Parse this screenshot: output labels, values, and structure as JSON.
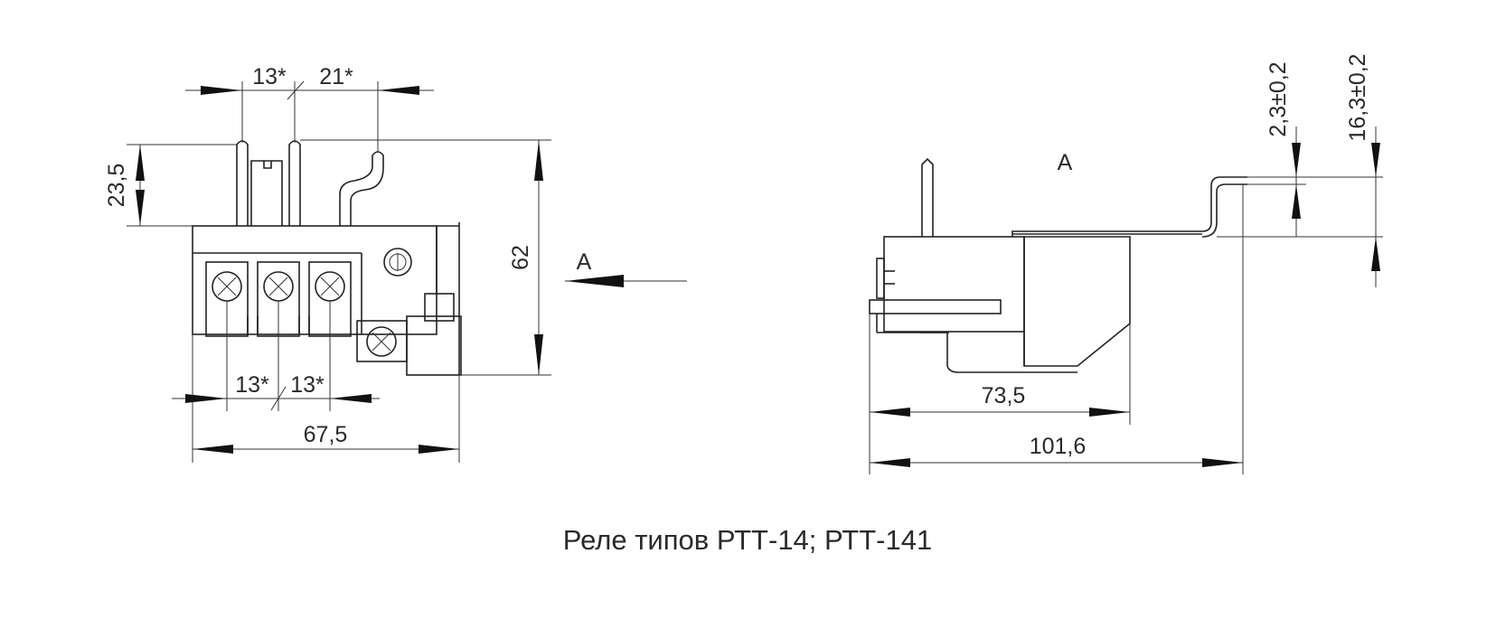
{
  "caption": "Реле типов РТТ-14; РТТ-141",
  "front_view": {
    "dims": {
      "top_left_pitch": "13*",
      "top_right_pitch": "21*",
      "height_top": "23,5",
      "height_total": "62",
      "bottom_pitch_1": "13*",
      "bottom_pitch_2": "13*",
      "width": "67,5"
    },
    "view_label": "A"
  },
  "side_view": {
    "view_label": "A",
    "dims": {
      "depth_body": "73,5",
      "depth_total": "101,6",
      "tab_thickness": "2,3±0,2",
      "tab_height": "16,3±0,2"
    }
  },
  "colors": {
    "line": "#222222",
    "text": "#2a2a2a",
    "background": "#ffffff"
  }
}
